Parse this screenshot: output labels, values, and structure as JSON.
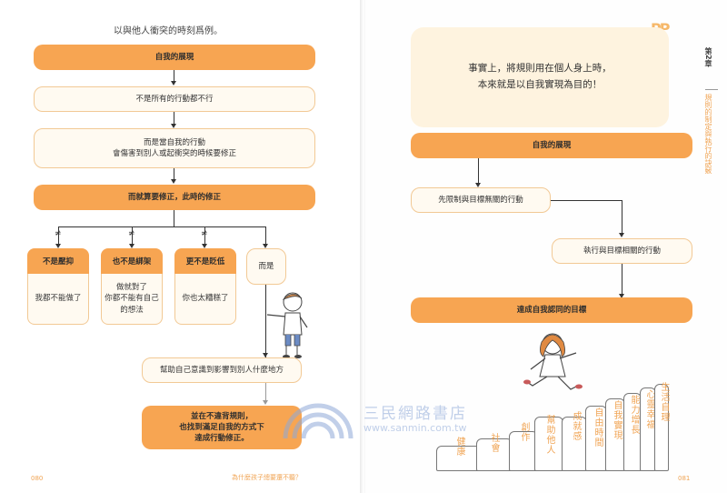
{
  "left": {
    "intro": "以與他人衝突的時刻爲例。",
    "box1": "自我的展現",
    "box2": "不是所有的行動都不行",
    "box3_line1": "而是當自我的行動",
    "box3_line2": "會傷害到別人或起衝突的時候要修正",
    "box4": "而就算要修正，此時的修正",
    "card1": {
      "head": "不是壓抑",
      "body": "我都不能做了"
    },
    "card2": {
      "head": "也不是綁架",
      "body": "做就對了\n你都不能有自己\n的想法"
    },
    "card3": {
      "head": "更不是貶低",
      "body": "你也太糟糕了"
    },
    "card4_body": "而是",
    "box5": "幫助自己意識到影響到別人什麼地方",
    "box6_line1": "並在不違背規則，",
    "box6_line2": "也找到滿足自我的方式下",
    "box6_line3": "達成行動修正。",
    "folio": "080",
    "footer_title": "為什麼孩子總要還不聽？"
  },
  "right": {
    "note_line1": "事實上，將規則用在個人身上時，",
    "note_line2": "本來就是以自我實現為目的！",
    "box1": "自我的展現",
    "box2": "先限制與目標無關的行動",
    "box3": "執行與目標相關的行動",
    "box4": "達成自我認同的目標",
    "chapter_no": "第2章",
    "chapter_title": "規則的制定與執行的訣竅",
    "folio": "081",
    "pillars": [
      "健康",
      "社會",
      "創作",
      "幫助他人",
      "成就感",
      "自由時間",
      "自我實現",
      "能力增長",
      "心靈幸福",
      "生活自理"
    ]
  },
  "watermark": {
    "text": "三民網路書店",
    "url": "www.sanmin.com.tw"
  },
  "colors": {
    "accent_orange": "#f7a552",
    "cream": "#fffaf1",
    "note_bg": "#fef3df",
    "folio": "#f0a454"
  }
}
